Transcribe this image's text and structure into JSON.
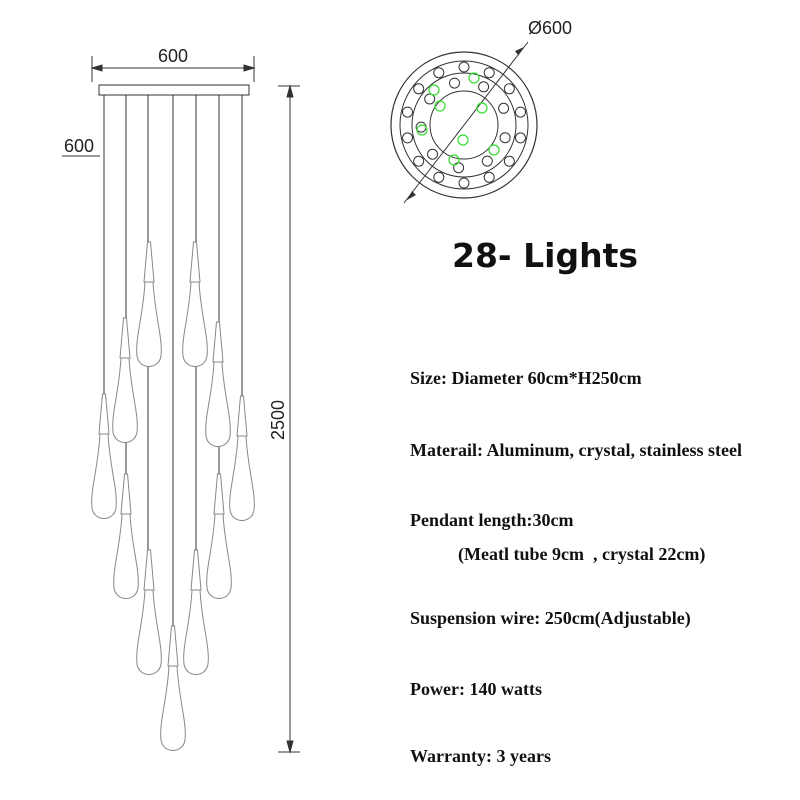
{
  "dimensions": {
    "canopy_width": "600",
    "canopy_height": "600",
    "total_height": "2500",
    "top_view_diameter": "Ø600"
  },
  "title": "28- Lights",
  "specs": {
    "size": "Size: Diameter 60cm*H250cm",
    "material": "Materail: Aluminum, crystal, stainless steel",
    "pendant_length": "Pendant length:30cm",
    "pendant_detail": "(Meatl tube 9cm  , crystal 22cm)",
    "suspension": "Suspension wire: 250cm(Adjustable)",
    "power": "Power: 140 watts",
    "warranty": "Warranty: 3 years"
  },
  "colors": {
    "line": "#333333",
    "light_line": "#888888",
    "highlight": "#33dd33"
  }
}
